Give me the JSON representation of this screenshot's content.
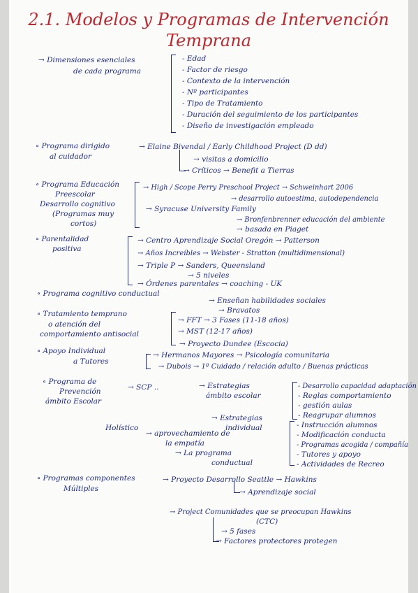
{
  "title": [
    "2.1. Modelos y Programas de Intervención",
    "Temprana"
  ],
  "dimensiones": {
    "label": [
      "→ Dimensiones esenciales",
      "de cada programa"
    ],
    "items": [
      "- Edad",
      "- Factor de riesgo",
      "- Contexto de la intervención",
      "- Nº participantes",
      "- Tipo de Tratamiento",
      "- Duración del seguimiento de los participantes",
      "- Diseño de investigación empleado"
    ]
  },
  "dirigido": {
    "label": [
      "∘ Programa dirigido",
      "al cuidador"
    ],
    "main": "→ Elaine Bivendal / Early Childhood Project (D dd)",
    "sub1": "→ visitas a domicilio",
    "sub2": "→ Críticos → Benefit a Tierras"
  },
  "educacion": {
    "label": [
      "∘ Programa Educación",
      "Preescolar",
      "Desarrollo cognitivo",
      "(Programas muy",
      "cortos)"
    ],
    "l1": "→ High / Scope Perry Preschool Project → Schweinhart 2006",
    "l1b": "→ desarrollo autoestima, autodependencia",
    "l2": "→ Syracuse University Family",
    "l2b": "→ Bronfenbrenner educación del ambiente",
    "l2c": "→ basada en Piaget"
  },
  "parentalidad": {
    "label": [
      "∘ Parentalidad",
      "positiva"
    ],
    "l1": "→ Centro Aprendizaje Social Oregón → Patterson",
    "l2": "→ Años Increíbles → Webster - Stratton (multidimensional)",
    "l3": "→ Triple P → Sanders, Queensland",
    "l3b": "→ 5 niveles",
    "l4": "→ Órdenes parentales → coaching - UK"
  },
  "conductual": {
    "label": "∘ Programa cognitivo conductual",
    "main": "→ Enseñan habilidades sociales",
    "sub": "→ Bravatos"
  },
  "tratamiento": {
    "label": [
      "∘ Tratamiento temprano",
      "o atención del",
      "comportamiento antisocial"
    ],
    "l1": "→ FFT → 3 Fases (11-18 años)",
    "l2": "→ MST (12-17 años)",
    "l3": "→ Proyecto Dundee (Escocia)"
  },
  "apoyo": {
    "label": [
      "∘ Apoyo Individual",
      "a Tutores"
    ],
    "l1": "→ Hermanos Mayores → Psicología comunitaria",
    "l2": "→ Dubois → 1º Cuidado / relación adulto / Buenas prácticas"
  },
  "escolar": {
    "label": [
      "∘ Programa de",
      "Prevención",
      "ámbito Escolar"
    ],
    "sep": "→ SCP ..",
    "estrat1": [
      "→ Estrategias",
      "ámbito escolar"
    ],
    "items1": [
      "- Desarrollo capacidad adaptación",
      "- Reglas comportamiento",
      "- gestión aulas",
      "- Reagrupar alumnos"
    ],
    "estrat2": [
      "→ Estrategias",
      "individual"
    ],
    "items2": [
      "- Instrucción alumnos",
      "- Modificación conducta",
      "- Programas acogida / compañía",
      "- Tutores y apoyo",
      "- Actividades de Recreo"
    ],
    "holistico": [
      "Holístico",
      "→ aprovechamiento de",
      "la empatía",
      "→ La programa",
      "conductual"
    ]
  },
  "multiples": {
    "label": [
      "∘ Programas componentes",
      "Múltiples"
    ],
    "l1": "→ Proyecto Desarrollo Seattle → Hawkins",
    "l1b": "→ Aprendizaje social",
    "l2": [
      "→ Project Comunidades que se preocupan Hawkins",
      "(CTC)"
    ],
    "l2b": "→ 5 fases",
    "l2c": "→ Factores protectores protegen"
  }
}
